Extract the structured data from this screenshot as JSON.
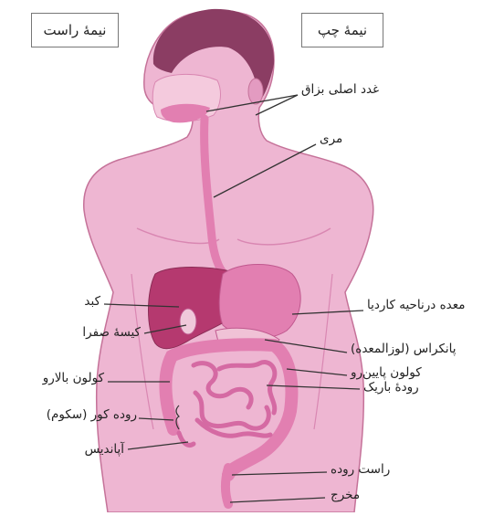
{
  "header": {
    "right_half": "نیمهٔ راست",
    "left_half": "نیمهٔ چپ"
  },
  "labels": {
    "salivary": "غدد اصلی بزاق",
    "esophagus": "مری",
    "stomach": "معده درناحیه کاردیا",
    "liver": "کبد",
    "gallbladder": "کیسهٔ صفرا",
    "pancreas": "پانکراس (لوزالمعده)",
    "ascending_colon": "کولون بالارو",
    "descending_colon": "کولون پایین‌رو",
    "small_intestine": "رودهٔ باریک",
    "cecum": "روده کور (سکوم)",
    "appendix": "آپاندیس",
    "rectum": "راست روده",
    "anus": "مخرج"
  },
  "colors": {
    "skin": "#eeb6d2",
    "skin_shadow": "#d987b2",
    "organ": "#e27fb1",
    "liver": "#b5396f",
    "hair": "#8b3d63",
    "line": "#333333"
  }
}
